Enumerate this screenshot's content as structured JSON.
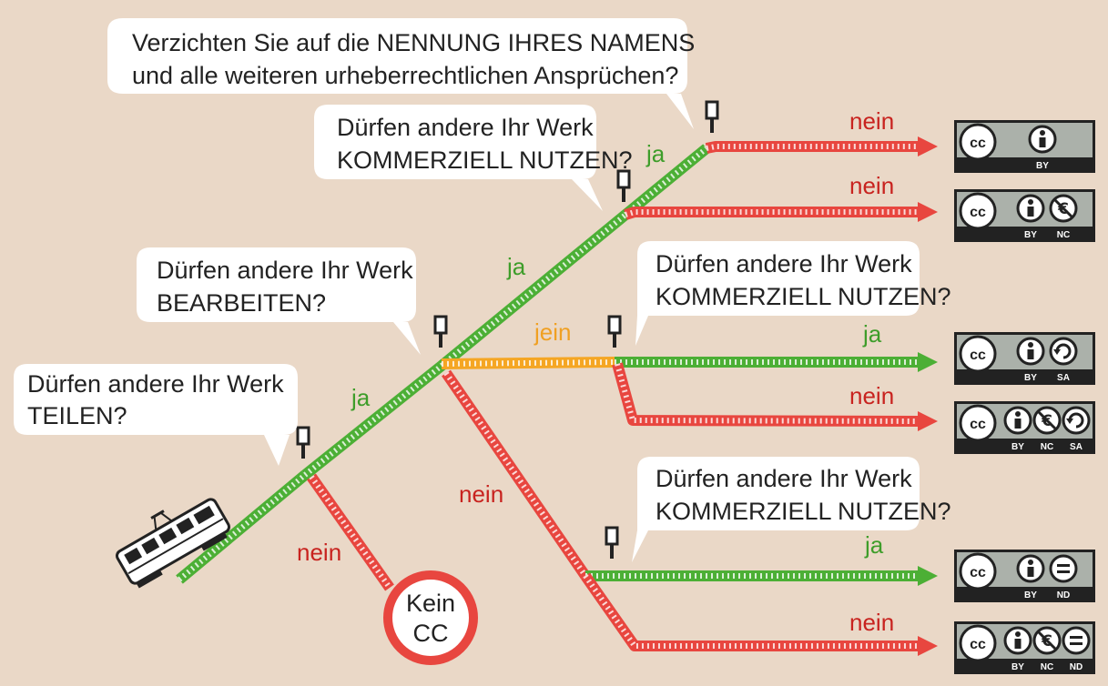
{
  "colors": {
    "background": "#ead8c7",
    "ja": "#4caf35",
    "nein": "#e8463f",
    "jein": "#f5a623",
    "label_ja": "#3e9d2a",
    "label_nein": "#c8231f",
    "label_jein": "#f0a022"
  },
  "questions": {
    "share": [
      "Dürfen andere Ihr Werk",
      "TEILEN?"
    ],
    "adapt": [
      "Dürfen andere Ihr Werk",
      "BEARBEITEN?"
    ],
    "commercial_top": [
      "Dürfen andere Ihr Werk",
      "KOMMERZIELL NUTZEN?"
    ],
    "attribution": [
      "Verzichten Sie auf die NENNUNG IHRES NAMENS",
      "und alle weiteren urheberrechtlichen Ansprüchen?"
    ],
    "commercial_mid": [
      "Dürfen andere Ihr Werk",
      "KOMMERZIELL NUTZEN?"
    ],
    "commercial_low": [
      "Dürfen andere Ihr Werk",
      "KOMMERZIELL NUTZEN?"
    ]
  },
  "branch_labels": {
    "ja_share": "ja",
    "nein_share": "nein",
    "ja_adapt": "ja",
    "jein_adapt": "jein",
    "nein_adapt": "nein",
    "ja_commercial_top": "ja",
    "nein_commercial_top": "nein",
    "nein_attribution": "nein",
    "ja_commercial_mid": "ja",
    "nein_commercial_mid": "nein",
    "ja_commercial_low": "ja",
    "nein_commercial_low": "nein"
  },
  "no_cc": [
    "Kein",
    "CC"
  ],
  "licenses": [
    {
      "cc": "cc",
      "icons": [
        "by-icon"
      ],
      "tags": [
        "BY"
      ]
    },
    {
      "cc": "cc",
      "icons": [
        "by-icon",
        "nc-icon"
      ],
      "tags": [
        "BY",
        "NC"
      ]
    },
    {
      "cc": "cc",
      "icons": [
        "by-icon",
        "sa-icon"
      ],
      "tags": [
        "BY",
        "SA"
      ]
    },
    {
      "cc": "cc",
      "icons": [
        "by-icon",
        "nc-icon",
        "sa-icon"
      ],
      "tags": [
        "BY",
        "NC",
        "SA"
      ]
    },
    {
      "cc": "cc",
      "icons": [
        "by-icon",
        "nd-icon"
      ],
      "tags": [
        "BY",
        "ND"
      ]
    },
    {
      "cc": "cc",
      "icons": [
        "by-icon",
        "nc-icon",
        "nd-icon"
      ],
      "tags": [
        "BY",
        "NC",
        "ND"
      ]
    }
  ]
}
